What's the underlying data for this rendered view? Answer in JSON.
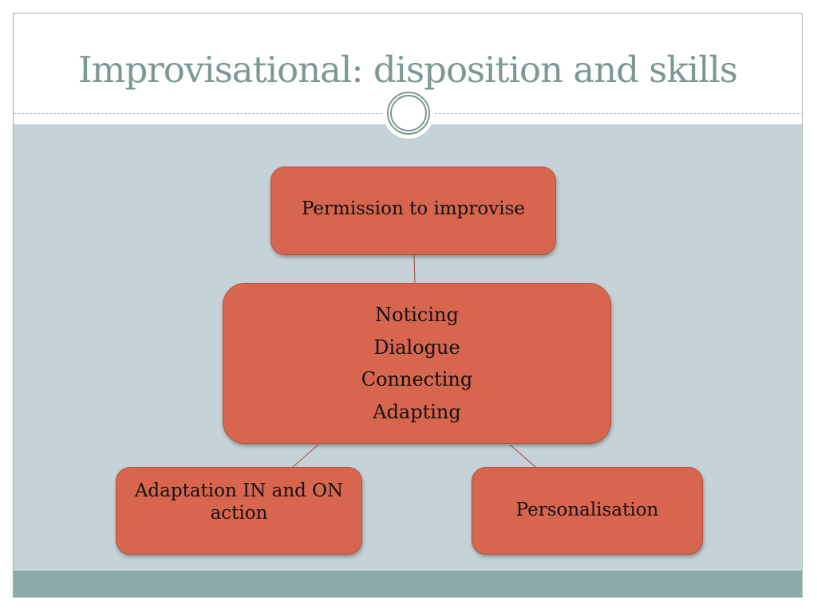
{
  "slide": {
    "title": "Improvisational: disposition and skills",
    "colors": {
      "title": "#7b9894",
      "body_background": "#c5d2d7",
      "footer_band": "#8aa9a9",
      "node_fill": "#d8654e",
      "node_border": "#b6513d",
      "connector": "#a04a3a",
      "text": "#111111"
    }
  },
  "diagram": {
    "type": "hierarchy",
    "nodes": {
      "top": {
        "lines": [
          "Permission to improvise"
        ]
      },
      "middle": {
        "lines": [
          "Noticing",
          "Dialogue",
          "Connecting",
          "Adapting"
        ]
      },
      "bottom_left": {
        "lines": [
          "Adaptation IN and ON",
          "action"
        ]
      },
      "bottom_right": {
        "lines": [
          "Personalisation"
        ]
      }
    },
    "edges": [
      {
        "from": "top",
        "to": "middle"
      },
      {
        "from": "middle",
        "to": "bottom_left"
      },
      {
        "from": "middle",
        "to": "bottom_right"
      }
    ]
  }
}
